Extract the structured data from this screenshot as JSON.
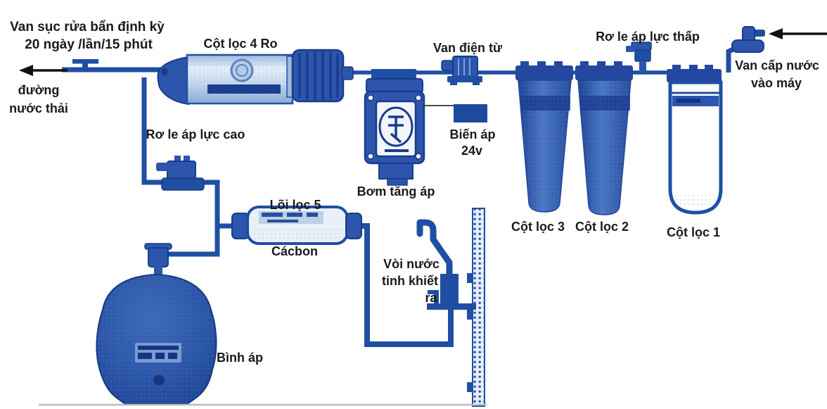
{
  "diagram": {
    "labels": {
      "flush_valve_line1": "Van sục rửa bẩn định kỳ",
      "flush_valve_line2": "20 ngày /lần/15 phút",
      "waste_line1": "đường",
      "waste_line2": "nước thải",
      "ro_column": "Cột lọc 4 Ro",
      "solenoid_valve": "Van điện từ",
      "low_pressure_relay": "Rơ le áp lực thấp",
      "inlet_valve_line1": "Van cấp nước",
      "inlet_valve_line2": "vào máy",
      "high_pressure_relay": "Rơ le áp lực cao",
      "transformer_line1": "Biến áp",
      "transformer_line2": "24v",
      "pump": "Bơm tăng áp",
      "filter5_line1": "Lõi lọc 5",
      "filter5_line2": "Cácbon",
      "faucet_line1": "Vòi nước",
      "faucet_line2": "tinh khiết",
      "faucet_line3": "ra",
      "column3": "Cột lọc 3",
      "column2": "Cột lọc 2",
      "column1": "Cột lọc 1",
      "tank": "Bình áp"
    },
    "colors": {
      "pipe_blue": "#1f4fa3",
      "component_dark": "#183c8f",
      "component_mid": "#2c55ab",
      "column_light": "#4a76c4",
      "ro_body_light": "#cfdeee",
      "transformer_fill": "#1d4a9c",
      "arrow_black": "#111111",
      "label_text": "#1a1a1a",
      "ground_line": "#bdbdbd",
      "background": "#ffffff"
    }
  }
}
